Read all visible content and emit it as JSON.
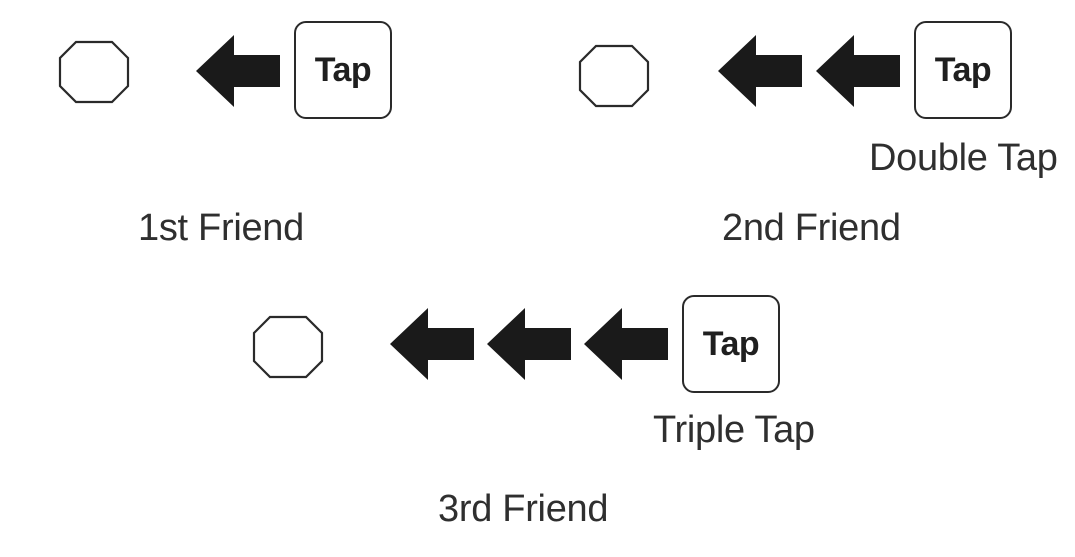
{
  "panels": [
    {
      "key_label": "Tap",
      "tap_label": "",
      "friend_label": "1st Friend",
      "arrow_count": 1
    },
    {
      "key_label": "Tap",
      "tap_label": "Double Tap",
      "friend_label": "2nd Friend",
      "arrow_count": 2
    },
    {
      "key_label": "Tap",
      "tap_label": "Triple Tap",
      "friend_label": "3rd Friend",
      "arrow_count": 3
    }
  ],
  "colors": {
    "arrow": "#1a1a1a",
    "outline": "#2a2a2a",
    "text": "#2f2f2f"
  },
  "icons": {
    "target": "octagon-icon",
    "direction": "left-arrow-icon"
  }
}
